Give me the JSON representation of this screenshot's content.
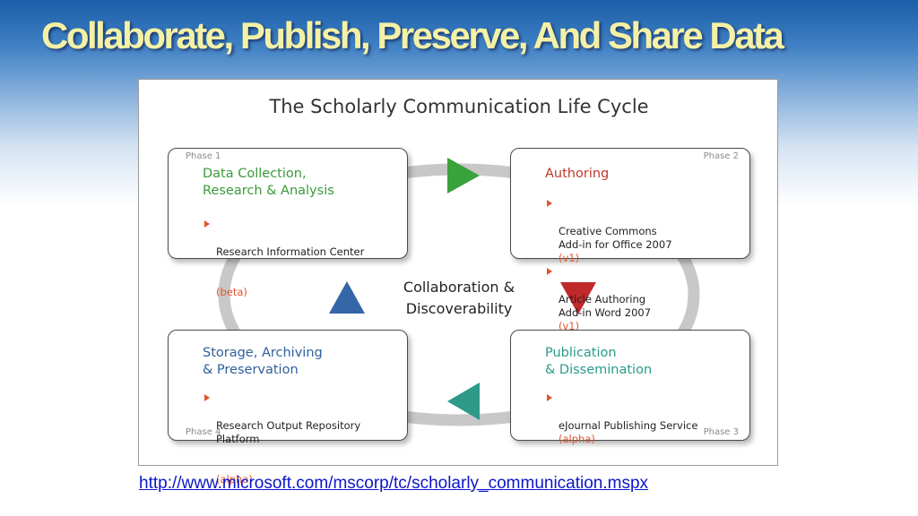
{
  "slide": {
    "title": "Collaborate, Publish, Preserve, And Share Data",
    "link_text": "http://www.microsoft.com/mscorp/tc/scholarly_communication.mspx"
  },
  "diagram": {
    "title": "The Scholarly Communication Life Cycle",
    "center_line1": "Collaboration &",
    "center_line2": "Discoverability",
    "colors": {
      "ring": "#c8c8c8",
      "arrow_top": "#3aa23a",
      "arrow_right": "#c0292a",
      "arrow_bottom": "#2d9a8a",
      "arrow_left": "#3566a8",
      "bullet_accent": "#e2552f"
    },
    "phases": [
      {
        "label": "Phase 1",
        "title": "Data Collection,\nResearch & Analysis",
        "title_color": "#3a9a3a",
        "items": [
          {
            "text": "Research Information Center",
            "tag": "(beta)"
          }
        ]
      },
      {
        "label": "Phase 2",
        "title": "Authoring",
        "title_color": "#c0392b",
        "items": [
          {
            "text": "Creative Commons\nAdd-in for Office 2007",
            "tag": "(v1)"
          },
          {
            "text": "Article Authoring\nAdd-in Word 2007",
            "tag": "(v1)"
          }
        ]
      },
      {
        "label": "Phase 3",
        "title": "Publication\n& Dissemination",
        "title_color": "#2a9a8a",
        "items": [
          {
            "text": "eJournal Publishing Service",
            "tag": "(alpha)"
          }
        ]
      },
      {
        "label": "Phase 4",
        "title": "Storage, Archiving\n& Preservation",
        "title_color": "#2f5f9a",
        "items": [
          {
            "text": "Research Output Repository Platform",
            "tag": "(alpha)"
          }
        ]
      }
    ]
  }
}
